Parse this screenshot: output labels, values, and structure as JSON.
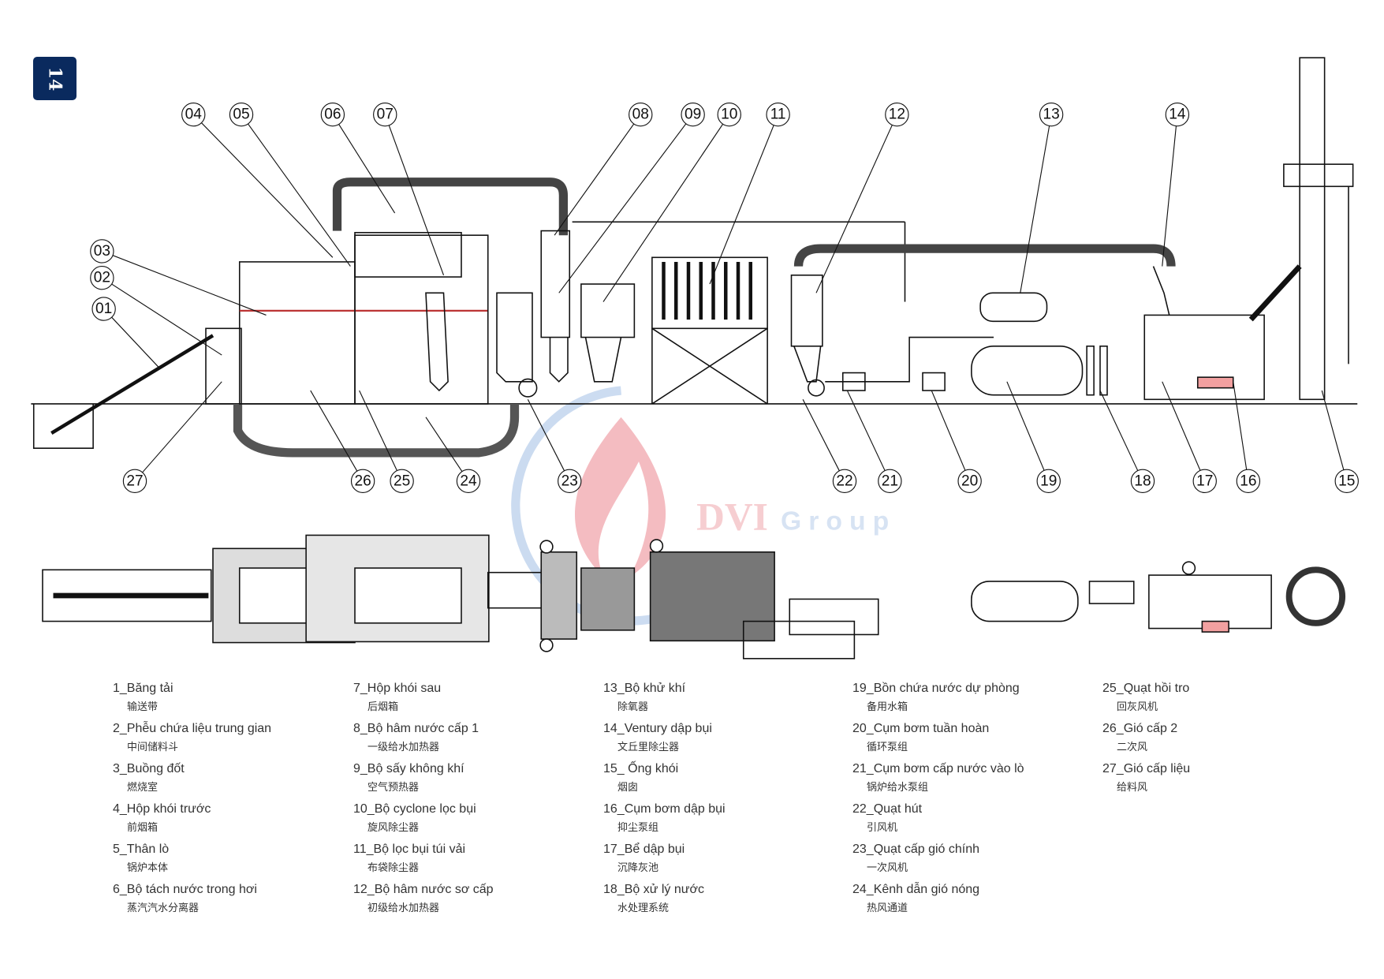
{
  "page_number": "14",
  "watermark": {
    "brand": "DVI",
    "sub": "Group",
    "colors": {
      "flame": "#f3b5bb",
      "ring": "#b9cfea",
      "text": "#f6c9cd",
      "sub": "#c9d8ef"
    }
  },
  "badge_color": "#0a2a5e",
  "callouts": {
    "c01": "01",
    "c02": "02",
    "c03": "03",
    "c04": "04",
    "c05": "05",
    "c06": "06",
    "c07": "07",
    "c08": "08",
    "c09": "09",
    "c10": "10",
    "c11": "11",
    "c12": "12",
    "c13": "13",
    "c14": "14",
    "c15": "15",
    "c16": "16",
    "c17": "17",
    "c18": "18",
    "c19": "19",
    "c20": "20",
    "c21": "21",
    "c22": "22",
    "c23": "23",
    "c24": "24",
    "c25": "25",
    "c26": "26",
    "c27": "27"
  },
  "legend": [
    {
      "vi": "1_Băng tải",
      "zh": "输送带"
    },
    {
      "vi": "2_Phễu chứa liệu trung gian",
      "zh": "中间储料斗"
    },
    {
      "vi": "3_Buồng đốt",
      "zh": "燃烧室"
    },
    {
      "vi": "4_Hộp khói trước",
      "zh": "前烟箱"
    },
    {
      "vi": "5_Thân lò",
      "zh": "锅炉本体"
    },
    {
      "vi": "6_Bộ tách nước trong hơi",
      "zh": "蒸汽汽水分离器"
    },
    {
      "vi": "7_Hộp khói sau",
      "zh": "后烟箱"
    },
    {
      "vi": "8_Bộ hâm nước cấp 1",
      "zh": "一级给水加热器"
    },
    {
      "vi": "9_Bộ sấy không khí",
      "zh": "空气预热器"
    },
    {
      "vi": "10_Bộ cyclone lọc bụi",
      "zh": "旋风除尘器"
    },
    {
      "vi": "11_Bộ lọc bụi túi vải",
      "zh": "布袋除尘器"
    },
    {
      "vi": "12_Bộ hâm nước sơ cấp",
      "zh": "初级给水加热器"
    },
    {
      "vi": "13_Bộ khử khí",
      "zh": "除氧器"
    },
    {
      "vi": "14_Ventury dập bụi",
      "zh": "文丘里除尘器"
    },
    {
      "vi": "15_ Ống khói",
      "zh": "烟囱"
    },
    {
      "vi": "16_Cụm bơm dập bụi",
      "zh": "抑尘泵组"
    },
    {
      "vi": "17_Bể dập bụi",
      "zh": "沉降灰池"
    },
    {
      "vi": "18_Bộ xử lý nước",
      "zh": "水处理系统"
    },
    {
      "vi": "19_Bồn chứa nước dự phòng",
      "zh": "备用水箱"
    },
    {
      "vi": "20_Cụm bơm tuần hoàn",
      "zh": "循环泵组"
    },
    {
      "vi": "21_Cụm bơm cấp nước vào lò",
      "zh": "锅炉给水泵组"
    },
    {
      "vi": "22_Quạt hút",
      "zh": "引风机"
    },
    {
      "vi": "23_Quạt cấp gió chính",
      "zh": "一次风机"
    },
    {
      "vi": "24_Kênh dẫn gió nóng",
      "zh": "热风通道"
    },
    {
      "vi": "25_Quạt hồi tro",
      "zh": "回灰风机"
    },
    {
      "vi": "26_Gió cấp 2",
      "zh": "二次风"
    },
    {
      "vi": "27_Gió cấp liệu",
      "zh": "给料风"
    }
  ]
}
